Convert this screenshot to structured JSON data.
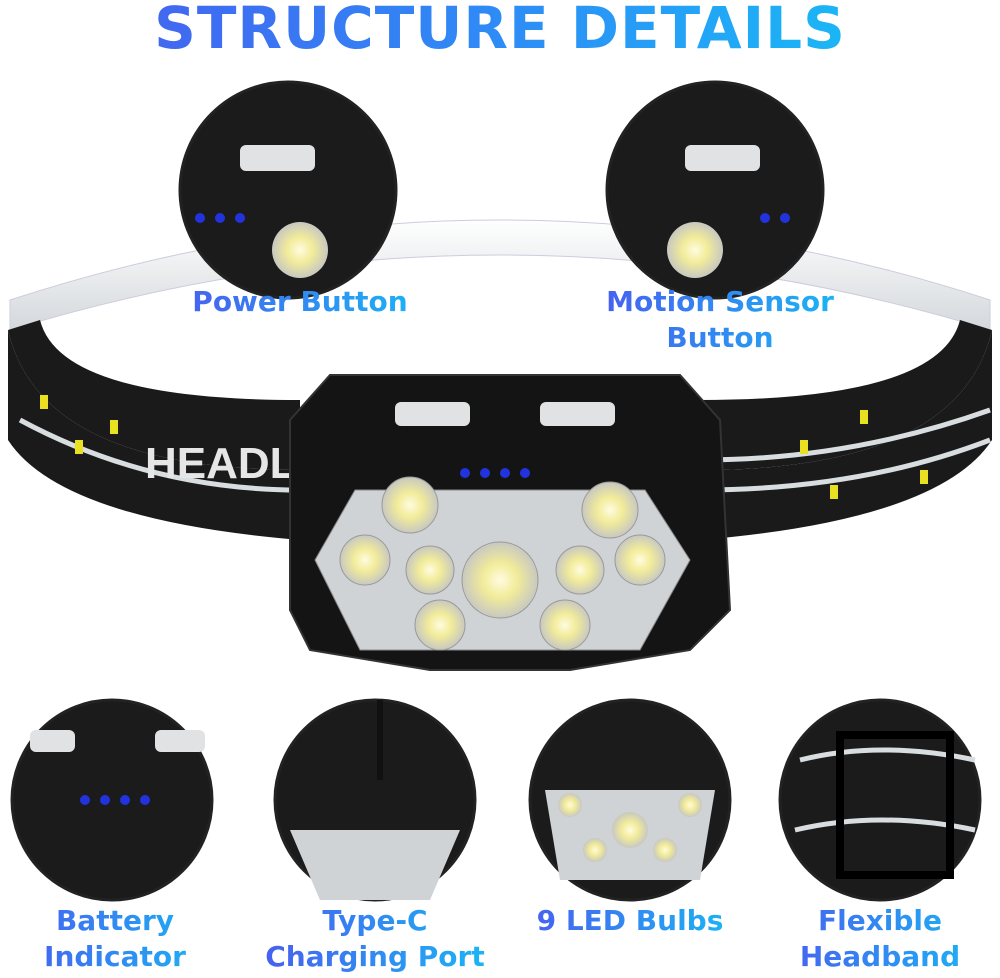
{
  "title": "STRUCTURE DETAILS",
  "band_text": "HEADL",
  "labels": {
    "power_button": "Power Button",
    "motion_sensor": [
      "Motion Sensor",
      "Button"
    ],
    "battery": [
      "Battery",
      "Indicator"
    ],
    "typec": [
      "Type-C",
      "Charging Port"
    ],
    "leds": "9 LED Bulbs",
    "headband": [
      "Flexible",
      "Headband"
    ]
  },
  "colors": {
    "title_start": "#4a58ee",
    "title_end": "#12c9f5",
    "indicator": "#2233dd",
    "band": "#1a1a1a",
    "band_stripe": "#d8dde0",
    "band_mark": "#e8e020"
  }
}
